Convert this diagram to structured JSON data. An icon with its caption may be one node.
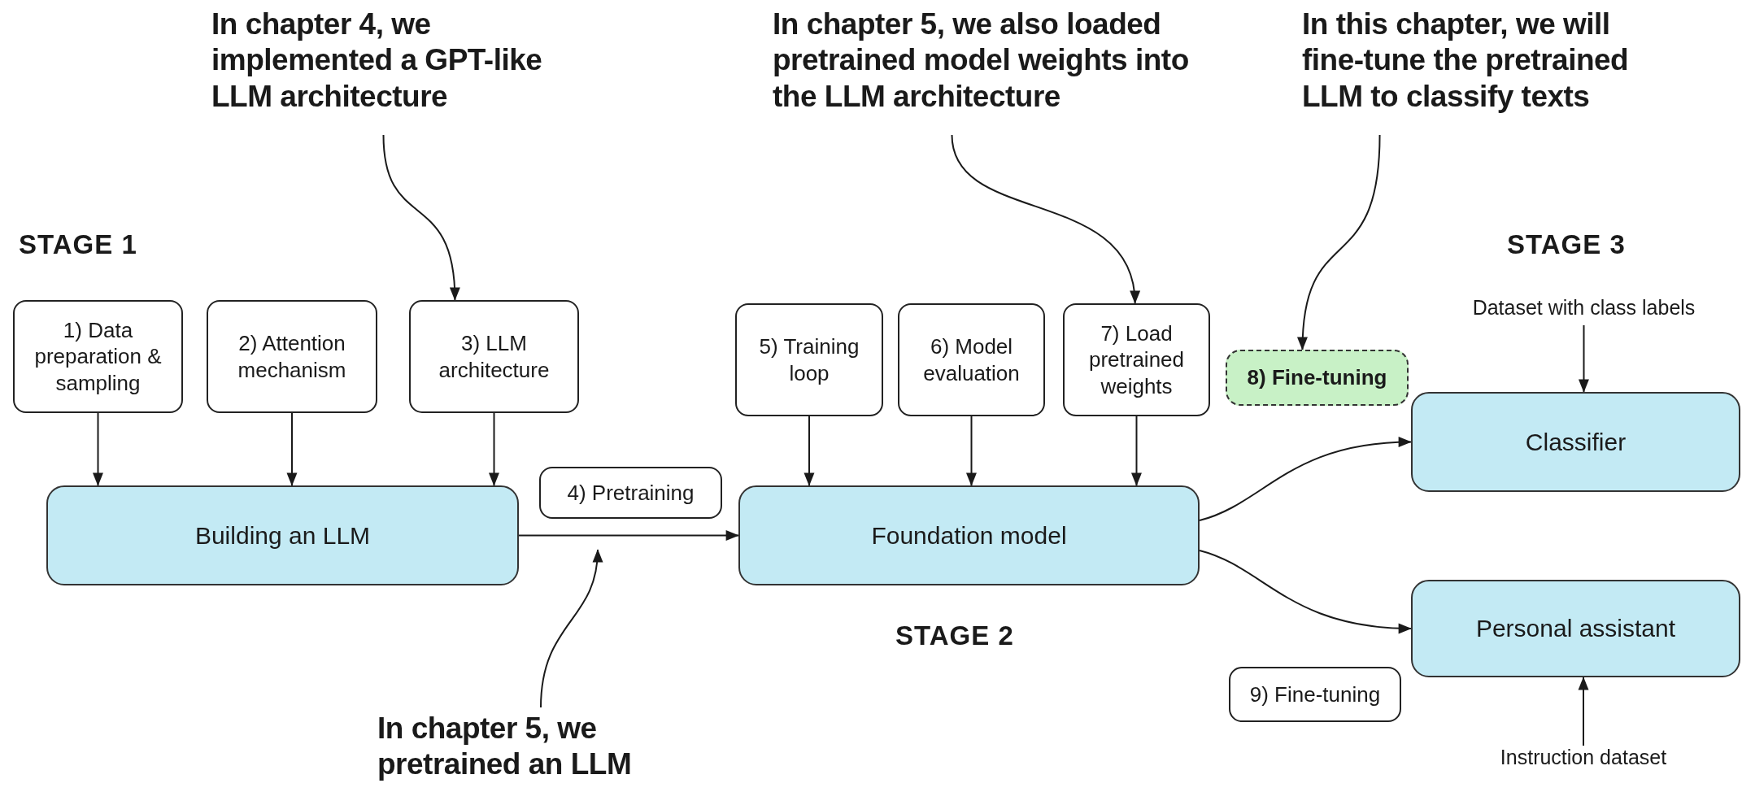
{
  "diagram": {
    "nodes": [
      {
        "text": [
          "1) Data preparation & sampling"
        ]
      },
      {
        "text": [
          "2) Attention mechanism"
        ]
      },
      {
        "text": [
          "3) LLM architecture"
        ]
      },
      {
        "text": [
          "Building an LLM"
        ]
      },
      {
        "text": [
          "4) Pretraining"
        ]
      },
      {
        "text": [
          "5) Training loop"
        ]
      },
      {
        "text": [
          "6) Model evaluation"
        ]
      },
      {
        "text": [
          "7) Load pretrained weights"
        ]
      },
      {
        "text": [
          "Foundation model"
        ]
      },
      {
        "text": [
          "8) Fine-tuning"
        ]
      },
      {
        "text": [
          "Classifier"
        ]
      },
      {
        "text": [
          "Personal assistant"
        ]
      },
      {
        "text": [
          "9) Fine-tuning"
        ]
      },
      {
        "text": [
          "Dataset with class labels"
        ]
      },
      {
        "text": [
          "Instruction dataset"
        ]
      },
      {
        "text": [
          "In chapter 4, we implemented a GPT-like LLM architecture"
        ]
      },
      {
        "text": [
          "In chapter 5, we also loaded pretrained model weights into the LLM architecture"
        ]
      },
      {
        "text": [
          "In this chapter, we will fine-tune the pretrained LLM to classify texts"
        ]
      },
      {
        "text": [
          "In chapter 5, we pretrained an LLM"
        ]
      }
    ],
    "edges": [
      {
        "from": 0,
        "to": 3,
        "arrow": "to"
      },
      {
        "from": 1,
        "to": 3,
        "arrow": "to"
      },
      {
        "from": 2,
        "to": 3,
        "arrow": "to"
      },
      {
        "from": 3,
        "to": 8,
        "arrow": "to"
      },
      {
        "from": 5,
        "to": 8,
        "arrow": "to"
      },
      {
        "from": 6,
        "to": 8,
        "arrow": "to"
      },
      {
        "from": 7,
        "to": 8,
        "arrow": "to"
      },
      {
        "from": 8,
        "to": 10,
        "arrow": "to"
      },
      {
        "from": 8,
        "to": 11,
        "arrow": "to"
      },
      {
        "from": 13,
        "to": 10,
        "arrow": "to"
      },
      {
        "from": 14,
        "to": 11,
        "arrow": "to"
      },
      {
        "from": 15,
        "to": 2,
        "arrow": "to"
      },
      {
        "from": 16,
        "to": 7,
        "arrow": "to"
      },
      {
        "from": 17,
        "to": 9,
        "arrow": "to"
      },
      {
        "from": 18,
        "to": 4,
        "arrow": "to"
      }
    ],
    "labels": [
      "STAGE 1",
      "STAGE 3",
      "STAGE 2"
    ]
  }
}
